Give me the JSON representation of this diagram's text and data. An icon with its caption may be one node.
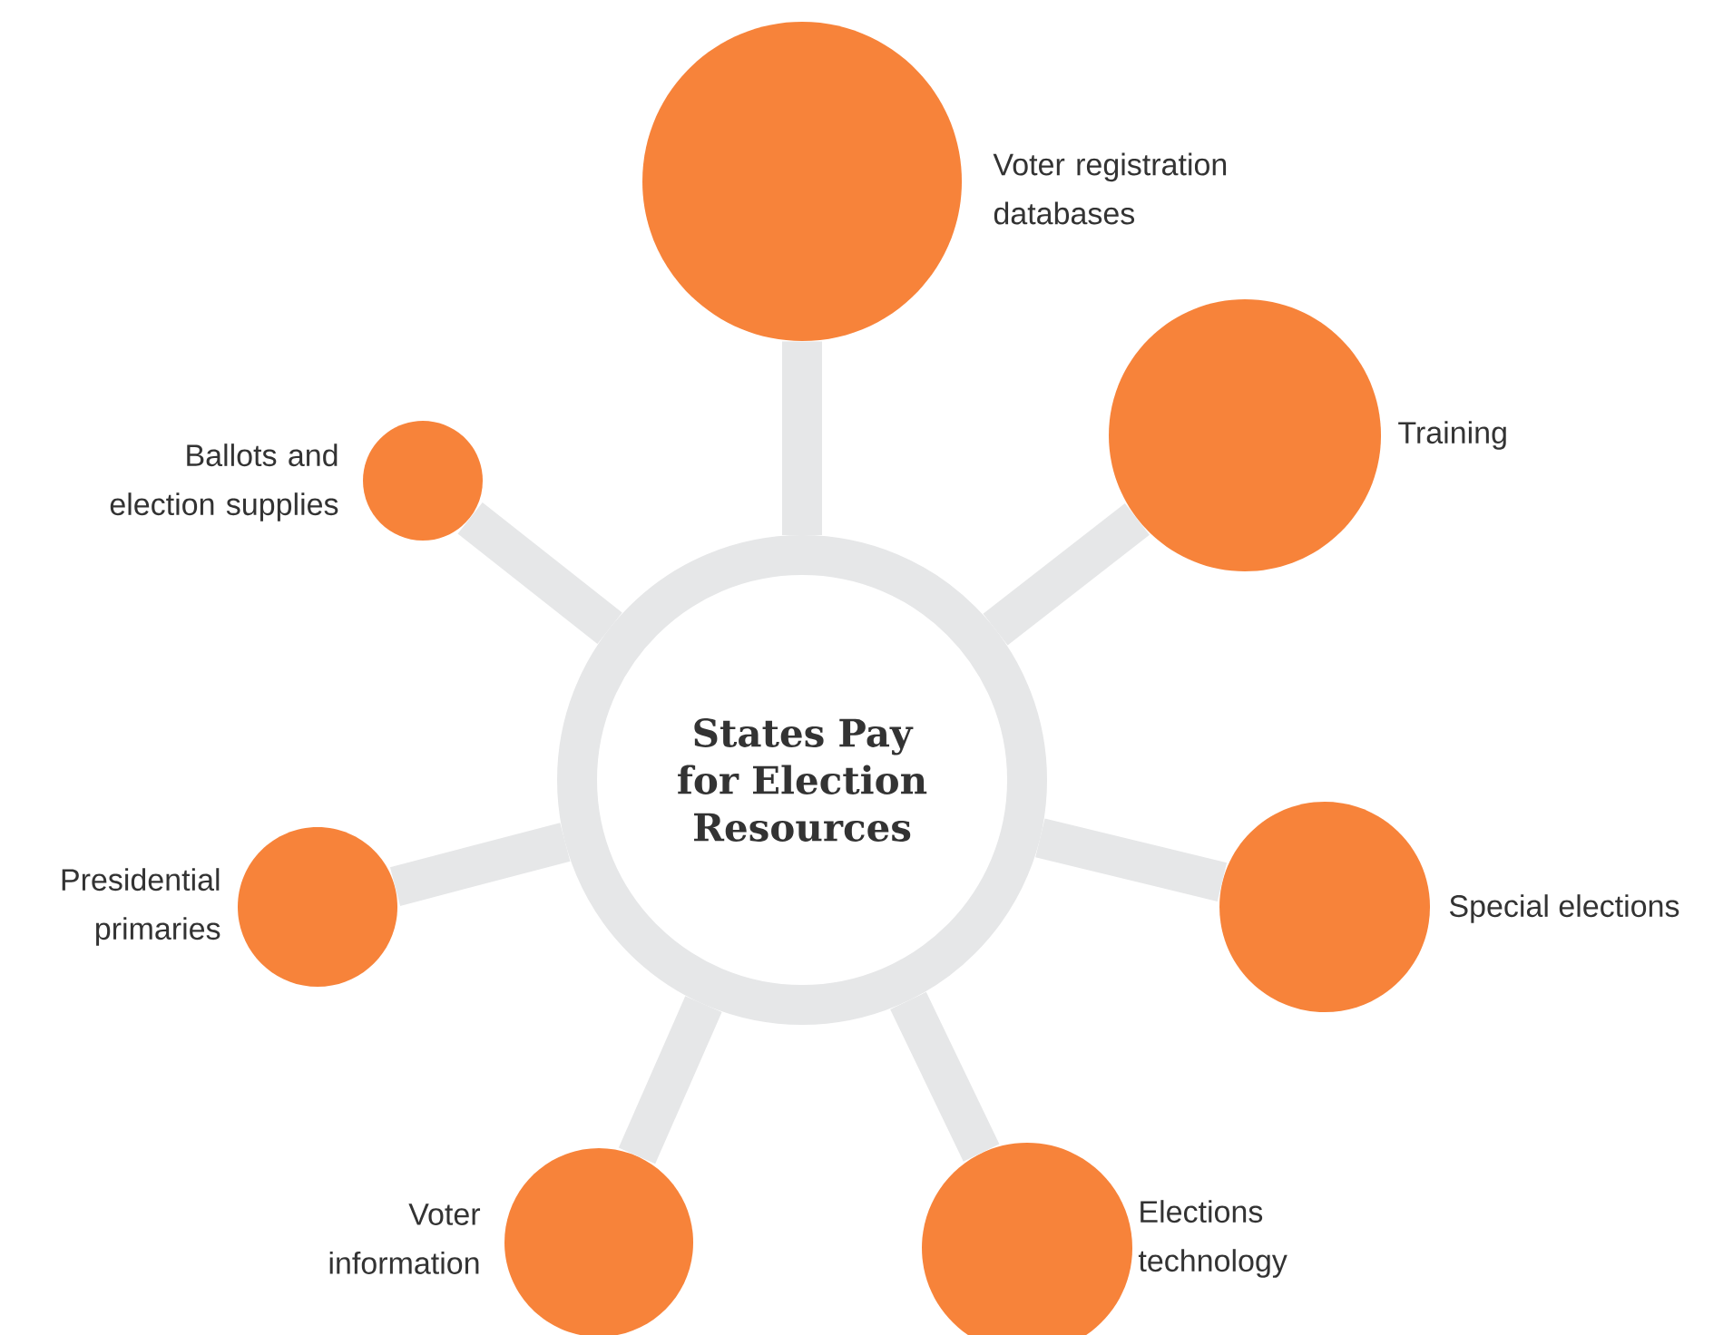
{
  "diagram": {
    "nodes": [
      {
        "text": [
          "States Pay for Election Resources"
        ]
      },
      {
        "text": [],
        "shape": "circle",
        "beside": [
          "Voter registration databases"
        ]
      },
      {
        "text": [],
        "shape": "circle",
        "beside": [
          "Training"
        ]
      },
      {
        "text": [],
        "shape": "circle",
        "beside": [
          "Ballots and election supplies"
        ]
      },
      {
        "text": [],
        "shape": "circle",
        "beside": [
          "Special elections"
        ]
      },
      {
        "text": [],
        "shape": "circle",
        "beside": [
          "Presidential primaries"
        ]
      },
      {
        "text": [],
        "shape": "circle",
        "beside": [
          "Elections technology"
        ]
      },
      {
        "text": [],
        "shape": "circle",
        "beside": [
          "Voter information"
        ]
      }
    ],
    "edges": [
      {
        "from": 0,
        "to": 1,
        "arrow": "none"
      },
      {
        "from": 0,
        "to": 2,
        "arrow": "none"
      },
      {
        "from": 0,
        "to": 3,
        "arrow": "none"
      },
      {
        "from": 0,
        "to": 4,
        "arrow": "none"
      },
      {
        "from": 0,
        "to": 5,
        "arrow": "none"
      },
      {
        "from": 0,
        "to": 6,
        "arrow": "none"
      },
      {
        "from": 0,
        "to": 7,
        "arrow": "none"
      }
    ]
  }
}
